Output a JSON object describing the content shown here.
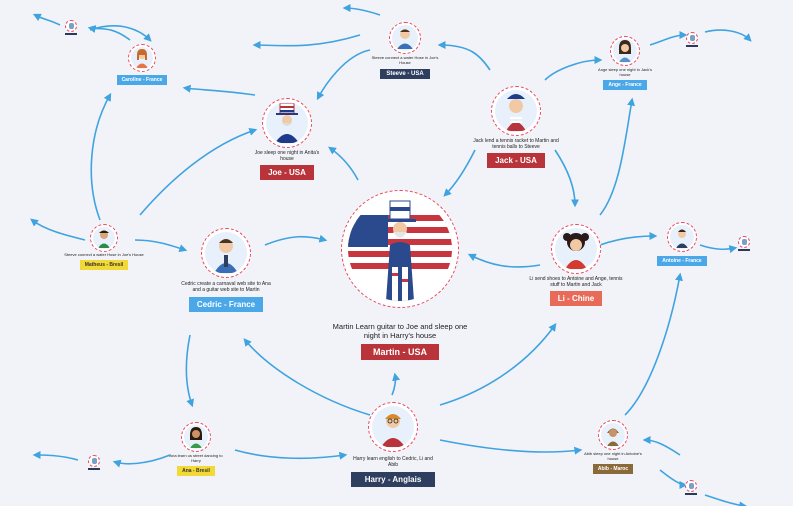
{
  "center": {
    "description": "Martin Learn guitar to Joe and sleep one night in Harry's house",
    "label": "Martin - USA"
  },
  "people": [
    {
      "id": "steeve",
      "description": "Steeve connect a water Hose in Joe's House",
      "label": "Steeve - USA",
      "color": "#2d3e5f"
    },
    {
      "id": "caroline",
      "description": "",
      "label": "Caroline - France",
      "color": "#4aa8e8"
    },
    {
      "id": "joe",
      "description": "Joe sleep one night in Anita's house",
      "label": "Joe - USA",
      "color": "#b8343a"
    },
    {
      "id": "jack",
      "description": "Jack lend a tennis racket to Martin and tennis balls to Steeve",
      "label": "Jack - USA",
      "color": "#b8343a"
    },
    {
      "id": "ange",
      "description": "Ange sleep one night in Jack's house",
      "label": "Ange - France",
      "color": "#4aa8e8"
    },
    {
      "id": "matheus",
      "description": "Steeve connect a water Hose in Joe's House",
      "label": "Matheus - Bresil",
      "color": "#f2d935"
    },
    {
      "id": "cedric",
      "description": "Cedric create a carnaval web site to Ana and a guitar web site to Martin",
      "label": "Cedric - France",
      "color": "#4aa8e8"
    },
    {
      "id": "li",
      "description": "Li send shoes to Antoine and Ange, tennis stuff to Martin and Jack",
      "label": "Li - Chine",
      "color": "#e86b5a"
    },
    {
      "id": "antoine",
      "description": "",
      "label": "Antoine - France",
      "color": "#4aa8e8"
    },
    {
      "id": "ana",
      "description": "Ana learn us street dancing to Harry",
      "label": "Ana - Bresil",
      "color": "#f2d935"
    },
    {
      "id": "harry",
      "description": "Harry learn english to Cedric, Li and Abib",
      "label": "Harry - Anglais",
      "color": "#2d3e5f"
    },
    {
      "id": "abib",
      "description": "Abib sleep one night in Antoine's house",
      "label": "Abib - Maroc",
      "color": "#8b6a3a"
    }
  ],
  "colors": {
    "arrow": "#3fa3e0",
    "ring": "#e84a5f",
    "background": "#f2f3f8",
    "usa_red": "#b8343a",
    "navy": "#2d3e5f",
    "france_blue": "#4aa8e8",
    "bresil_yellow": "#f2d935",
    "chine_coral": "#e86b5a",
    "maroc_brown": "#8b6a3a"
  }
}
